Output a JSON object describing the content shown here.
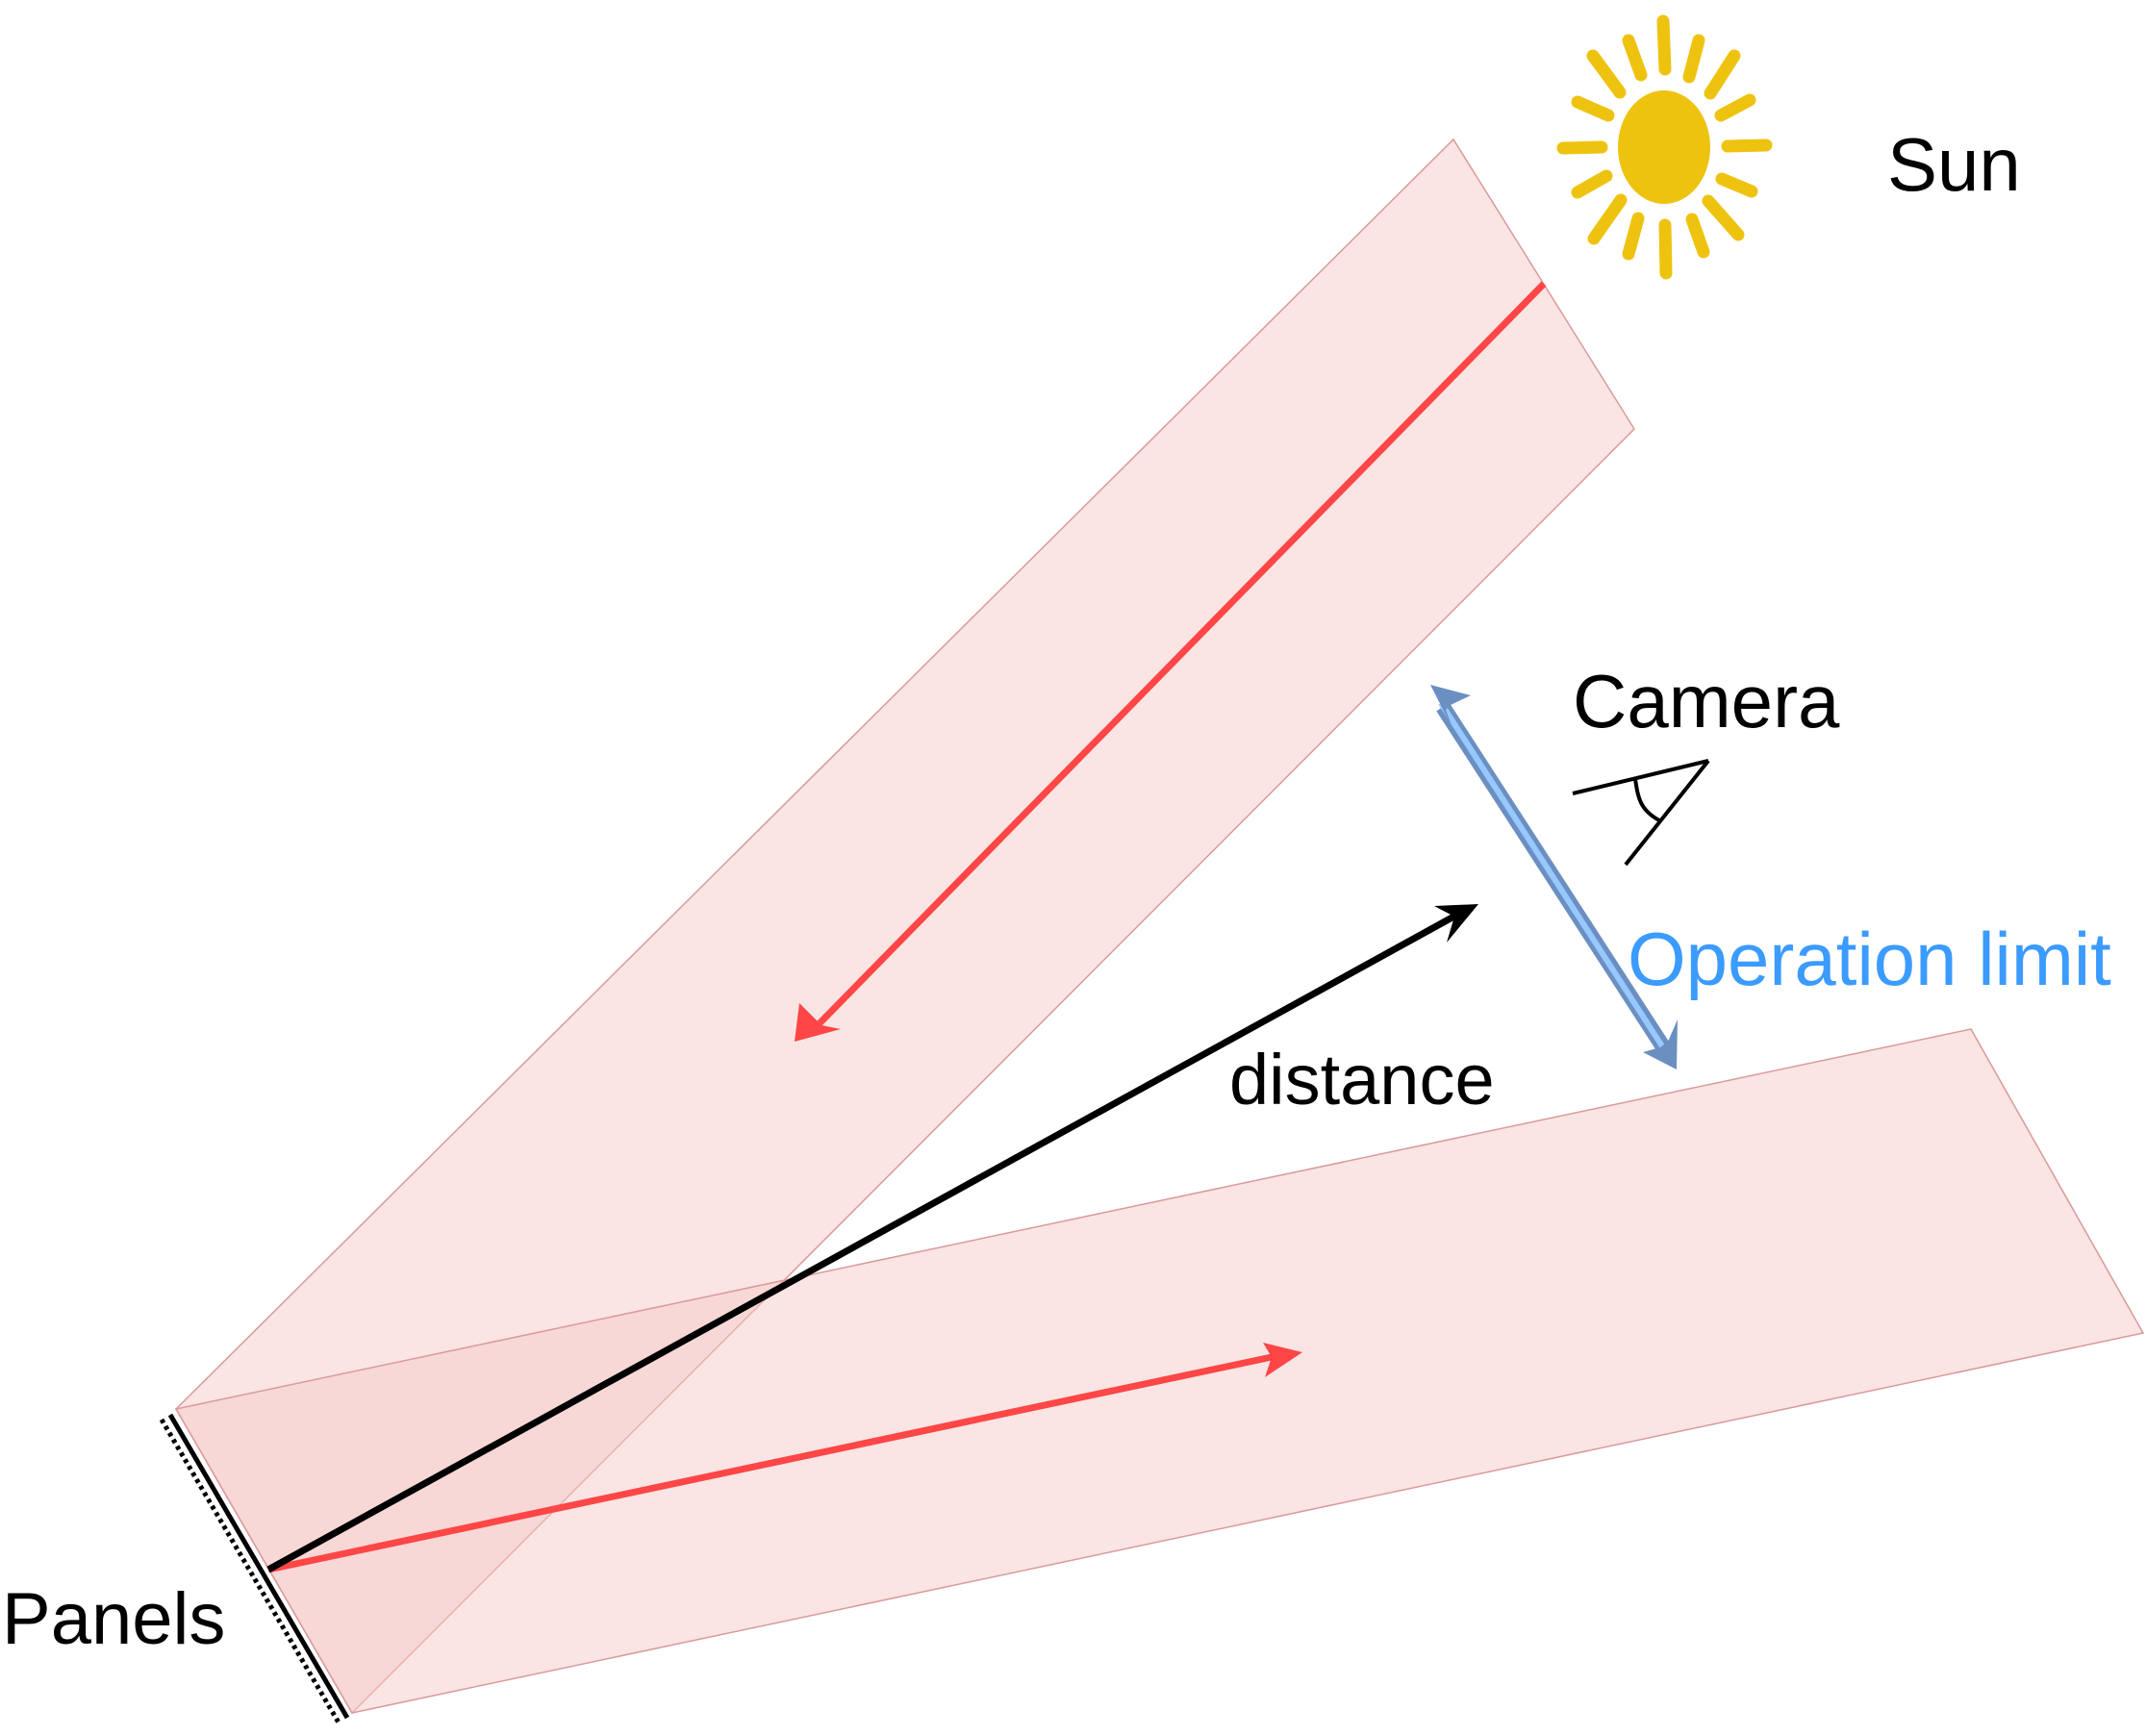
{
  "labels": {
    "sun": "Sun",
    "camera": "Camera",
    "operation_limit": "Operation limit",
    "distance": "distance",
    "panels": "Panels"
  },
  "colors": {
    "beam_fill": "#f7d3d3",
    "beam_stroke": "#d99a9a",
    "ray": "#ff4646",
    "distance_arrow": "#000000",
    "sun": "#eec30f",
    "operation_limit_text": "#3b9bff",
    "operation_limit_arrow_outer": "#6b8fc1",
    "operation_limit_arrow_inner": "#97c8ff"
  },
  "icons": {
    "sun": "sun-icon",
    "camera": "eye-icon",
    "panels": "solar-panel-icon"
  }
}
